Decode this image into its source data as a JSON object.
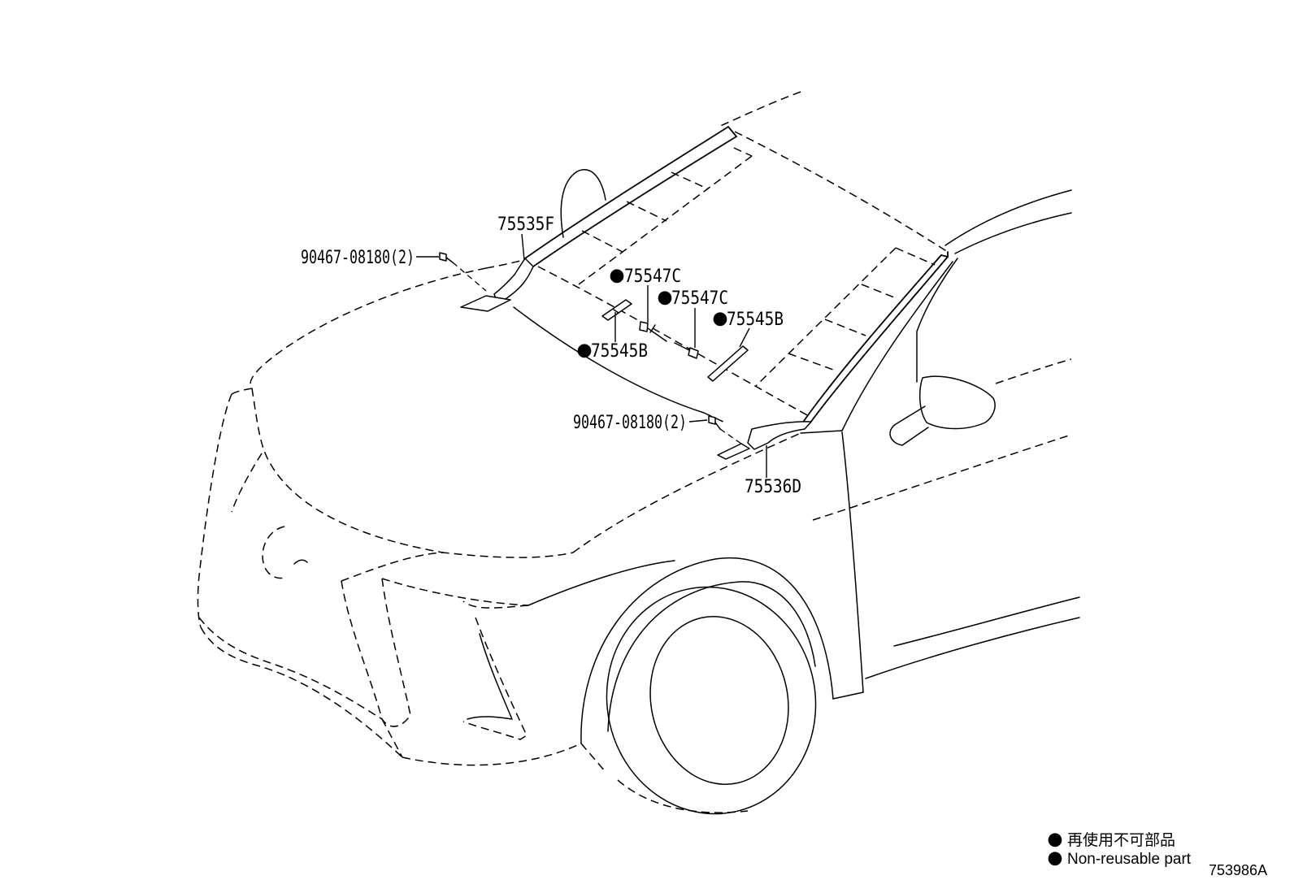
{
  "colors": {
    "ink": "#000000",
    "paper": "#ffffff"
  },
  "callouts": [
    {
      "number": "75535F"
    },
    {
      "number": "90467-08180(2)"
    },
    {
      "marker": "●",
      "number": "75547C"
    },
    {
      "marker": "●",
      "number": "75547C"
    },
    {
      "marker": "●",
      "number": "75545B"
    },
    {
      "marker": "●",
      "number": "75545B"
    },
    {
      "number": "90467-08180(2)"
    },
    {
      "number": "75536D"
    }
  ],
  "legend": {
    "items": [
      {
        "marker": "●",
        "label": "再使用不可部品"
      },
      {
        "marker": "●",
        "label": "Non-reusable part"
      }
    ]
  },
  "figure_code": "753986A"
}
